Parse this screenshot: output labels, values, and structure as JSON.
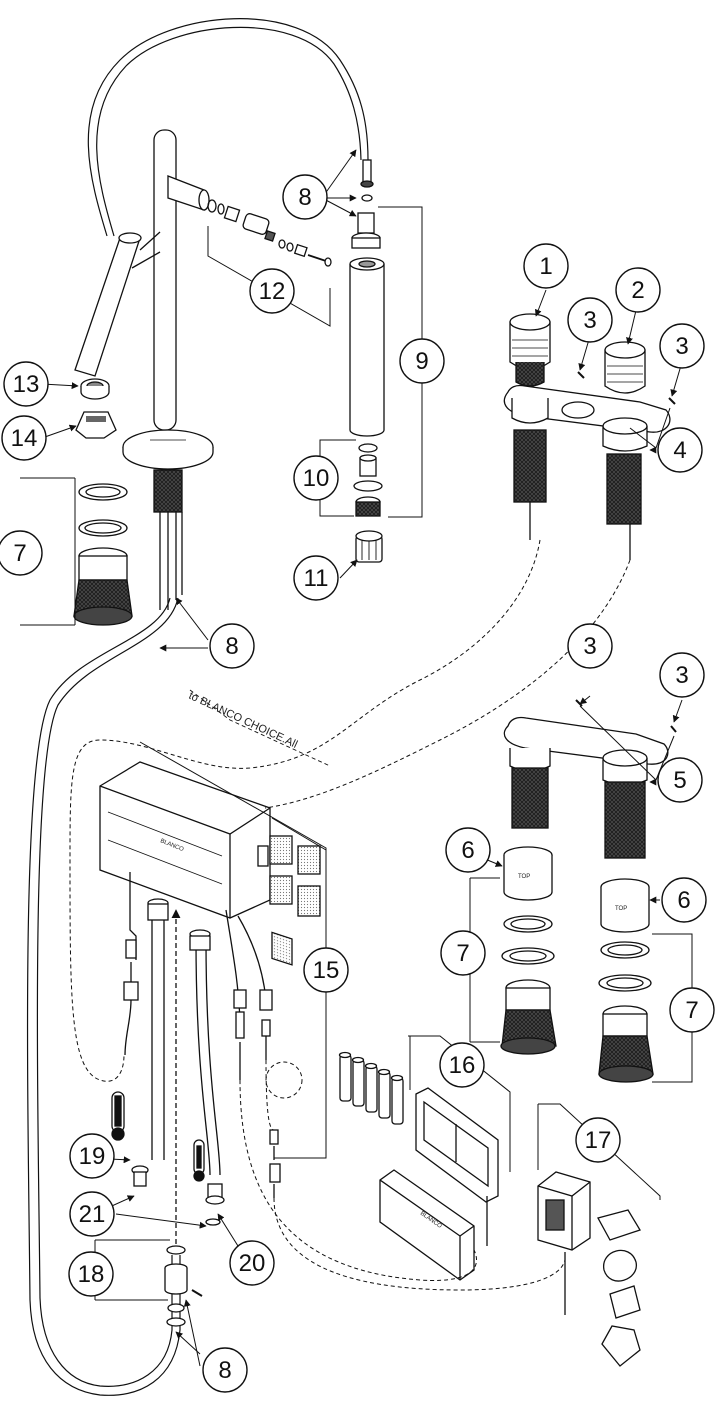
{
  "callouts": [
    {
      "id": "c8a",
      "text": "8"
    },
    {
      "id": "c12",
      "text": "12"
    },
    {
      "id": "c9",
      "text": "9"
    },
    {
      "id": "c1",
      "text": "1"
    },
    {
      "id": "c2",
      "text": "2"
    },
    {
      "id": "c3a",
      "text": "3"
    },
    {
      "id": "c3b",
      "text": "3"
    },
    {
      "id": "c13",
      "text": "13"
    },
    {
      "id": "c14",
      "text": "14"
    },
    {
      "id": "c4",
      "text": "4"
    },
    {
      "id": "c10",
      "text": "10"
    },
    {
      "id": "c7a",
      "text": "7"
    },
    {
      "id": "c11",
      "text": "11"
    },
    {
      "id": "c8b",
      "text": "8"
    },
    {
      "id": "c3c",
      "text": "3"
    },
    {
      "id": "c3d",
      "text": "3"
    },
    {
      "id": "c5",
      "text": "5"
    },
    {
      "id": "c6a",
      "text": "6"
    },
    {
      "id": "c6b",
      "text": "6"
    },
    {
      "id": "c7b",
      "text": "7"
    },
    {
      "id": "c7c",
      "text": "7"
    },
    {
      "id": "c15",
      "text": "15"
    },
    {
      "id": "c16",
      "text": "16"
    },
    {
      "id": "c17",
      "text": "17"
    },
    {
      "id": "c19",
      "text": "19"
    },
    {
      "id": "c21",
      "text": "21"
    },
    {
      "id": "c20",
      "text": "20"
    },
    {
      "id": "c18",
      "text": "18"
    },
    {
      "id": "c8c",
      "text": "8"
    }
  ],
  "labels": {
    "blanco_choice": "to BLANCO CHOICE.All",
    "brand": "BLANCO",
    "top": "TOP"
  },
  "colors": {
    "line": "#111111",
    "knurl": "#3a3a3a",
    "shade": "#d9d9d9"
  }
}
